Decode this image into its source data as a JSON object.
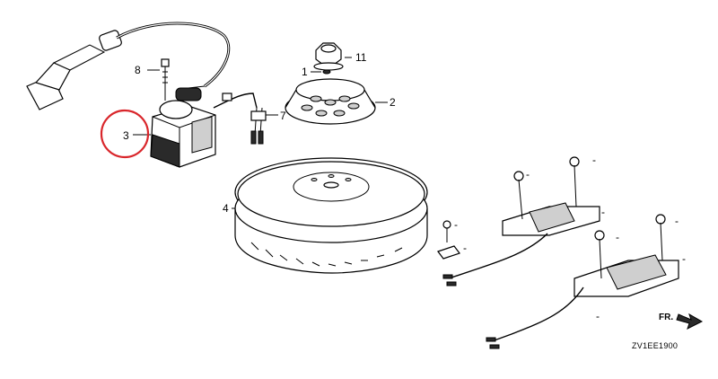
{
  "callouts": [
    {
      "id": "c1",
      "label": "1"
    },
    {
      "id": "c2",
      "label": "2"
    },
    {
      "id": "c3",
      "label": "3",
      "highlighted": true
    },
    {
      "id": "c4",
      "label": "4"
    },
    {
      "id": "c7",
      "label": "7"
    },
    {
      "id": "c8",
      "label": "8"
    },
    {
      "id": "c11",
      "label": "11"
    }
  ],
  "dashes": [
    "-",
    "-",
    "-",
    "-",
    "-",
    "-",
    "-",
    "-",
    "-"
  ],
  "direction_label": "FR.",
  "diagram_code": "ZV1EE1900",
  "colors": {
    "line": "#000000",
    "highlight_circle": "#d9262b",
    "background": "#ffffff"
  }
}
